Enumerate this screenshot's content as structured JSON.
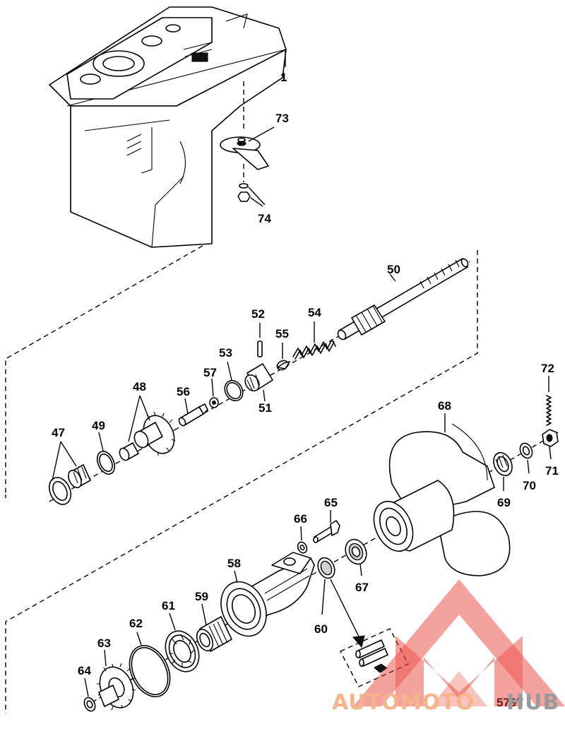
{
  "diagram": {
    "part_numbers": {
      "p1": "1",
      "p73": "73",
      "p74": "74",
      "p50": "50",
      "p52": "52",
      "p54": "54",
      "p55": "55",
      "p53": "53",
      "p57": "57",
      "p51": "51",
      "p48": "48",
      "p56": "56",
      "p47": "47",
      "p49": "49",
      "p72": "72",
      "p68": "68",
      "p71": "71",
      "p70": "70",
      "p69": "69",
      "p65": "65",
      "p66": "66",
      "p67": "67",
      "p58": "58",
      "p61": "61",
      "p59": "59",
      "p60": "60",
      "p62": "62",
      "p63": "63",
      "p64": "64"
    },
    "figure_code": "5797"
  },
  "watermark": {
    "part_a": "AUTOMOTO",
    "part_b": "HUB",
    "color_a": "#f5b48c",
    "color_b": "#9a9a9a",
    "logo_color": "#e8392f"
  }
}
